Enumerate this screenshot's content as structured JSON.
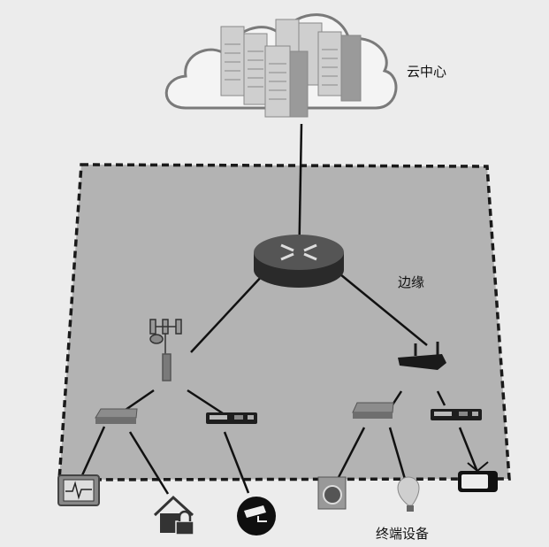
{
  "labels": {
    "cloud_center": "云中心",
    "edge": "边缘",
    "terminal_devices": "终端设备"
  },
  "colors": {
    "background": "#ececec",
    "edge_region": "#b3b3b3",
    "line": "#111111"
  }
}
